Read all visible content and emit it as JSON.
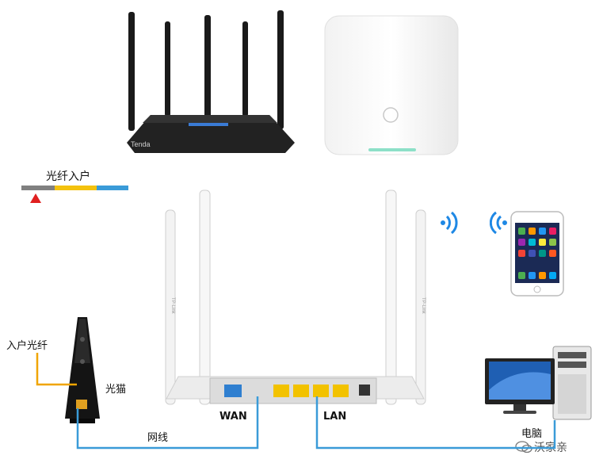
{
  "labels": {
    "fiber_in": "光纤入户",
    "wan": "WAN",
    "lan": "LAN",
    "home_fiber": "入户光纤",
    "modem": "光猫",
    "cable": "网线",
    "computer": "电脑",
    "watermark": "沃家亲"
  },
  "brands": {
    "top_router": "Tenda",
    "main_router": "TP-Link"
  },
  "colors": {
    "cable_blue": "#3a9bd8",
    "fiber_orange": "#f0a500",
    "bar_gray": "#808080",
    "bar_yellow": "#f4c20d",
    "bar_blue": "#3a9bd8",
    "marker_red": "#e02020",
    "wifi_blue": "#1e88e5"
  }
}
